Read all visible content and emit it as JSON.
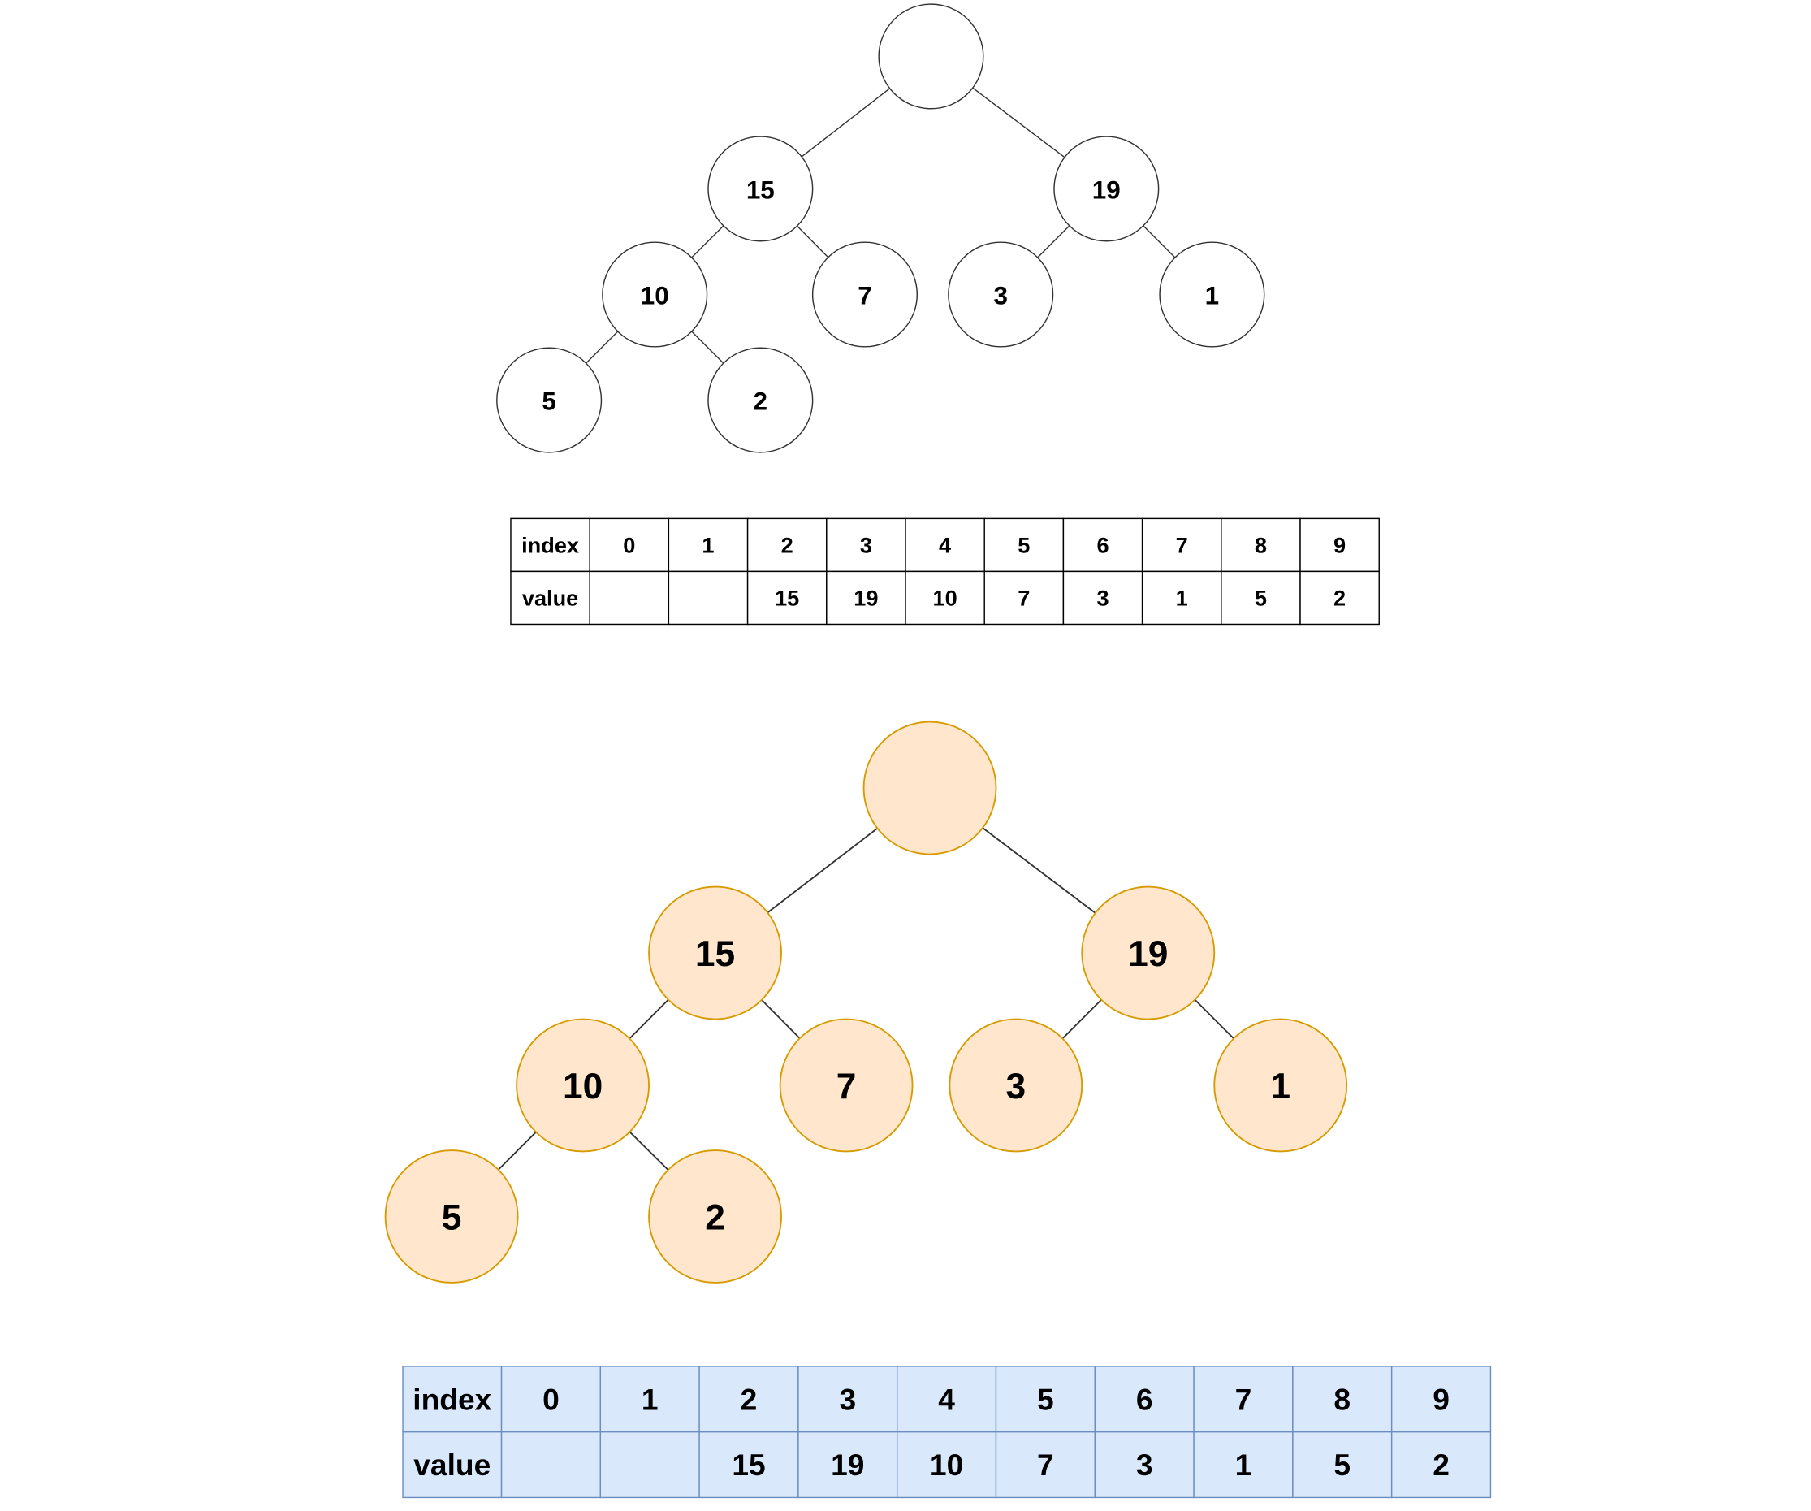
{
  "diagrams": [
    {
      "id": "plain",
      "colors": {
        "node_fill": "#ffffff",
        "node_stroke": "#333333",
        "edge": "#333333",
        "table_fill": "#ffffff",
        "table_stroke": "#000000"
      },
      "nodes": [
        {
          "label": ""
        },
        {
          "label": "15"
        },
        {
          "label": "19"
        },
        {
          "label": "10"
        },
        {
          "label": "7"
        },
        {
          "label": "3"
        },
        {
          "label": "1"
        },
        {
          "label": "5"
        },
        {
          "label": "2"
        }
      ],
      "edges": [
        [
          0,
          1
        ],
        [
          0,
          2
        ],
        [
          1,
          3
        ],
        [
          1,
          4
        ],
        [
          2,
          5
        ],
        [
          2,
          6
        ],
        [
          3,
          7
        ],
        [
          3,
          8
        ]
      ],
      "table": {
        "row_headers": [
          "index",
          "value"
        ],
        "index": [
          "0",
          "1",
          "2",
          "3",
          "4",
          "5",
          "6",
          "7",
          "8",
          "9"
        ],
        "value": [
          "",
          "",
          "15",
          "19",
          "10",
          "7",
          "3",
          "1",
          "5",
          "2"
        ]
      }
    },
    {
      "id": "colored",
      "colors": {
        "node_fill": "#ffe6cc",
        "node_stroke": "#d79b00",
        "edge": "#333333",
        "table_fill": "#dae8fc",
        "table_stroke": "#6c8ebf"
      },
      "nodes": [
        {
          "label": ""
        },
        {
          "label": "15"
        },
        {
          "label": "19"
        },
        {
          "label": "10"
        },
        {
          "label": "7"
        },
        {
          "label": "3"
        },
        {
          "label": "1"
        },
        {
          "label": "5"
        },
        {
          "label": "2"
        }
      ],
      "edges": [
        [
          0,
          1
        ],
        [
          0,
          2
        ],
        [
          1,
          3
        ],
        [
          1,
          4
        ],
        [
          2,
          5
        ],
        [
          2,
          6
        ],
        [
          3,
          7
        ],
        [
          3,
          8
        ]
      ],
      "table": {
        "row_headers": [
          "index",
          "value"
        ],
        "index": [
          "0",
          "1",
          "2",
          "3",
          "4",
          "5",
          "6",
          "7",
          "8",
          "9"
        ],
        "value": [
          "",
          "",
          "15",
          "19",
          "10",
          "7",
          "3",
          "1",
          "5",
          "2"
        ]
      }
    }
  ]
}
